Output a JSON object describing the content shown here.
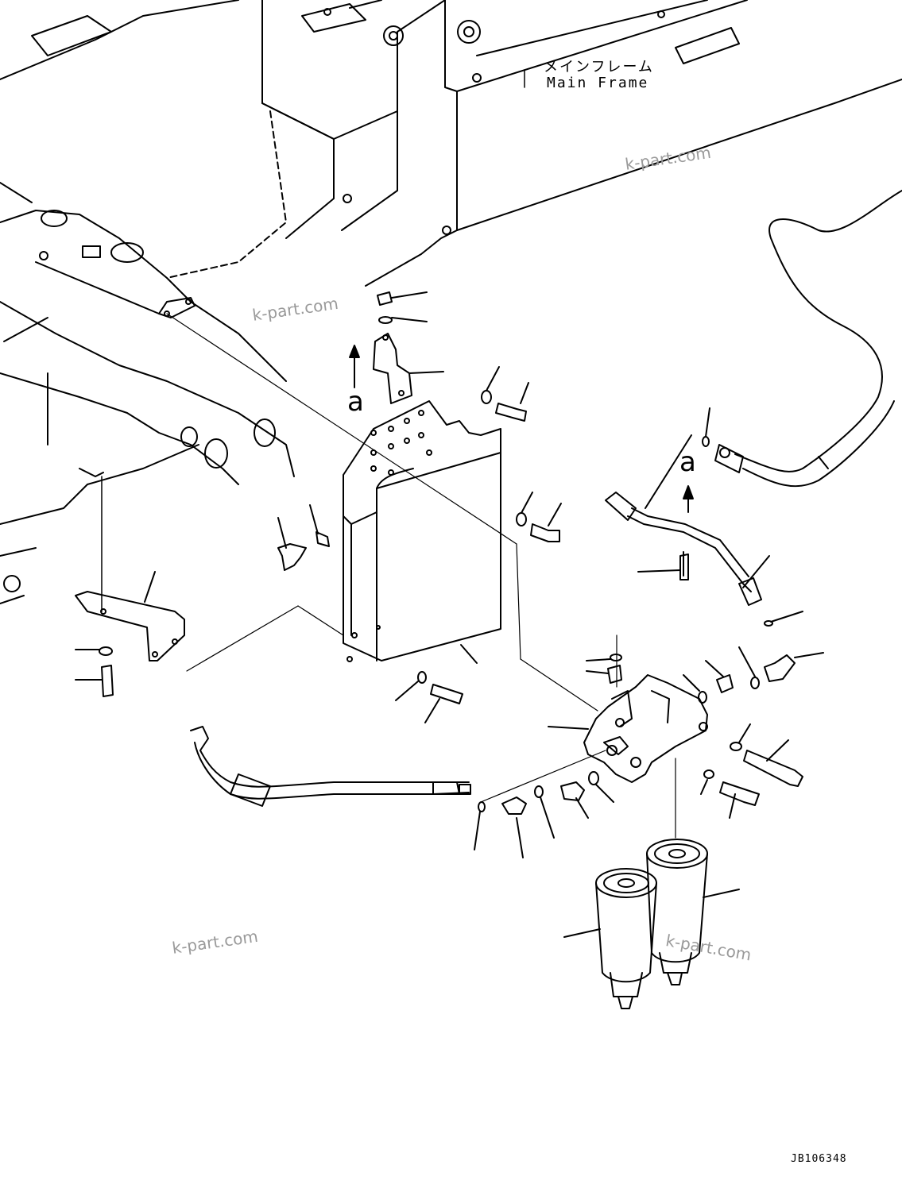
{
  "diagram": {
    "frame_label_jp": "メインフレーム",
    "frame_label_en": "Main Frame",
    "view_marker_1": "a",
    "view_marker_2": "a",
    "watermarks": [
      "k-part.com",
      "k-part.com",
      "k-part.com",
      "k-part.com"
    ],
    "drawing_code": "JB106348"
  },
  "colors": {
    "line": "#000000",
    "watermark": "#9a9a9a",
    "background": "#ffffff"
  }
}
